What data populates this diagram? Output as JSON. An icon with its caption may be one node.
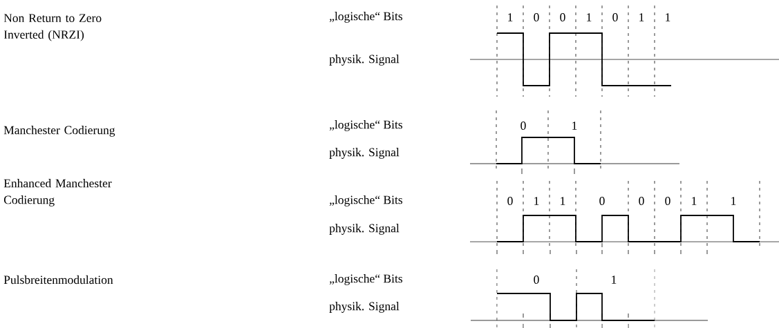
{
  "diagram": {
    "labels": [
      "Non Return to Zero Inverted (NRZI)",
      "„logische“ Bits",
      "1",
      "0",
      "0",
      "1",
      "0",
      "1",
      "1",
      "physik. Signal",
      "Manchester Codierung",
      "„logische“ Bits",
      "0",
      "1",
      "physik. Signal",
      "Enhanced Manchester Codierung",
      "„logische“ Bits",
      "0",
      "1",
      "1",
      "0",
      "0",
      "0",
      "1",
      "1",
      "physik. Signal",
      "Pulsbreitenmodulation",
      "„logische“ Bits",
      "0",
      "1",
      "physik. Signal"
    ]
  }
}
